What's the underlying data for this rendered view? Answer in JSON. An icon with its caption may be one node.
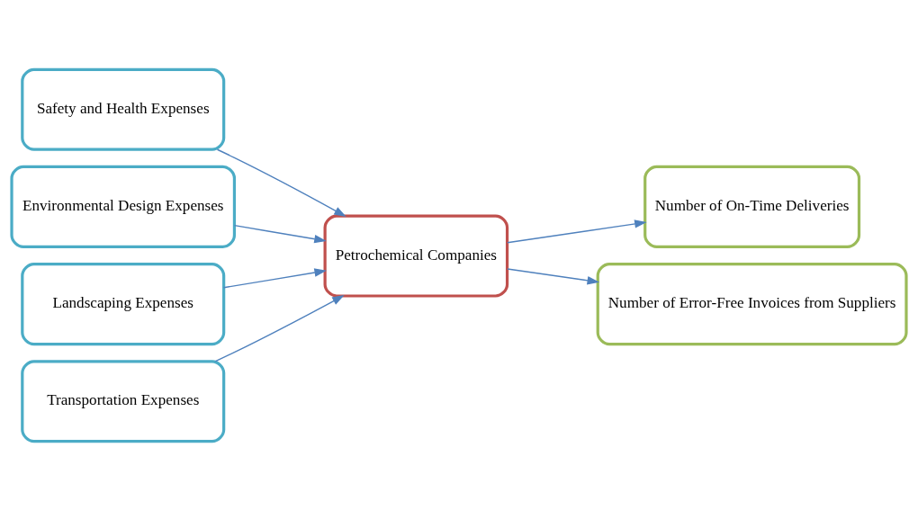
{
  "diagram": {
    "nodes": [
      {
        "text": [
          "Safety and Health Expenses"
        ]
      },
      {
        "text": [
          "Environmental Design Expenses"
        ]
      },
      {
        "text": [
          "Landscaping Expenses"
        ]
      },
      {
        "text": [
          "Transportation Expenses"
        ]
      },
      {
        "text": [
          "Petrochemical Companies"
        ]
      },
      {
        "text": [
          "Number of On-Time Deliveries"
        ]
      },
      {
        "text": [
          "Number of Error-Free Invoices from Suppliers"
        ]
      }
    ],
    "edges": [
      {
        "from": 0,
        "to": 4,
        "arrow": "to"
      },
      {
        "from": 1,
        "to": 4,
        "arrow": "to"
      },
      {
        "from": 2,
        "to": 4,
        "arrow": "to"
      },
      {
        "from": 3,
        "to": 4,
        "arrow": "to"
      },
      {
        "from": 4,
        "to": 5,
        "arrow": "to"
      },
      {
        "from": 4,
        "to": 6,
        "arrow": "to"
      }
    ]
  }
}
